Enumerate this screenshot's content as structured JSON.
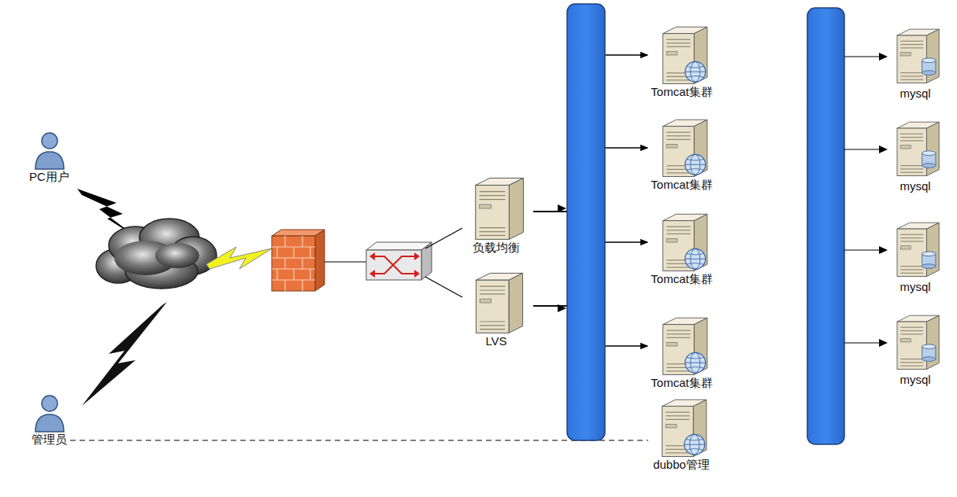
{
  "diagram": {
    "nodes": [
      {
        "text": [
          "PC用户"
        ]
      },
      {
        "text": [
          "管理员"
        ]
      },
      {
        "text": [
          "负载均衡"
        ]
      },
      {
        "text": [
          "LVS"
        ]
      },
      {
        "text": [
          "Tomcat集群"
        ]
      },
      {
        "text": [
          "Tomcat集群"
        ]
      },
      {
        "text": [
          "Tomcat集群"
        ]
      },
      {
        "text": [
          "Tomcat集群"
        ]
      },
      {
        "text": [
          "dubbo管理"
        ]
      },
      {
        "text": [
          "mysql"
        ]
      },
      {
        "text": [
          "mysql"
        ]
      },
      {
        "text": [
          "mysql"
        ]
      },
      {
        "text": [
          "mysql"
        ]
      }
    ],
    "edges": [
      {
        "from": 2,
        "to": 4,
        "arrow": "to"
      },
      {
        "from": 2,
        "to": 5,
        "arrow": "to"
      },
      {
        "from": 2,
        "to": 6,
        "arrow": "to"
      },
      {
        "from": 2,
        "to": 7,
        "arrow": "to"
      },
      {
        "from": 3,
        "to": 4,
        "arrow": "to"
      },
      {
        "from": 3,
        "to": 5,
        "arrow": "to"
      },
      {
        "from": 3,
        "to": 6,
        "arrow": "to"
      },
      {
        "from": 3,
        "to": 7,
        "arrow": "to"
      },
      {
        "from": 1,
        "to": 8,
        "arrow": "none"
      }
    ]
  }
}
